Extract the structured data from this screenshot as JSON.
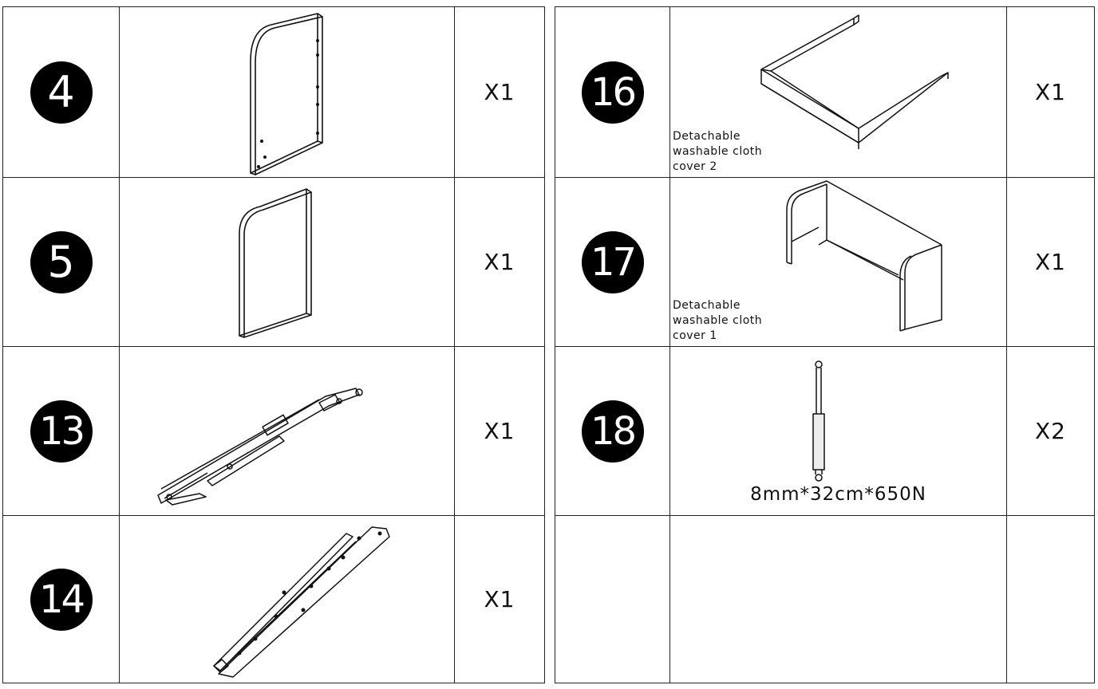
{
  "left_table": [
    {
      "number": "4",
      "quantity": "X1",
      "part_icon": "side-panel-with-holes"
    },
    {
      "number": "5",
      "quantity": "X1",
      "part_icon": "side-panel-plain"
    },
    {
      "number": "13",
      "quantity": "X1",
      "part_icon": "gas-spring-bracket"
    },
    {
      "number": "14",
      "quantity": "X1",
      "part_icon": "metal-rail-bracket"
    }
  ],
  "right_table": [
    {
      "number": "16",
      "quantity": "X1",
      "part_icon": "cloth-cover-frame",
      "note": "Detachable washable cloth cover 2"
    },
    {
      "number": "17",
      "quantity": "X1",
      "part_icon": "cloth-cover-box",
      "note": "Detachable washable cloth cover 1"
    },
    {
      "number": "18",
      "quantity": "X2",
      "part_icon": "gas-strut",
      "spec": "8mm*32cm*650N"
    },
    {
      "number": "",
      "quantity": "",
      "part_icon": ""
    }
  ]
}
